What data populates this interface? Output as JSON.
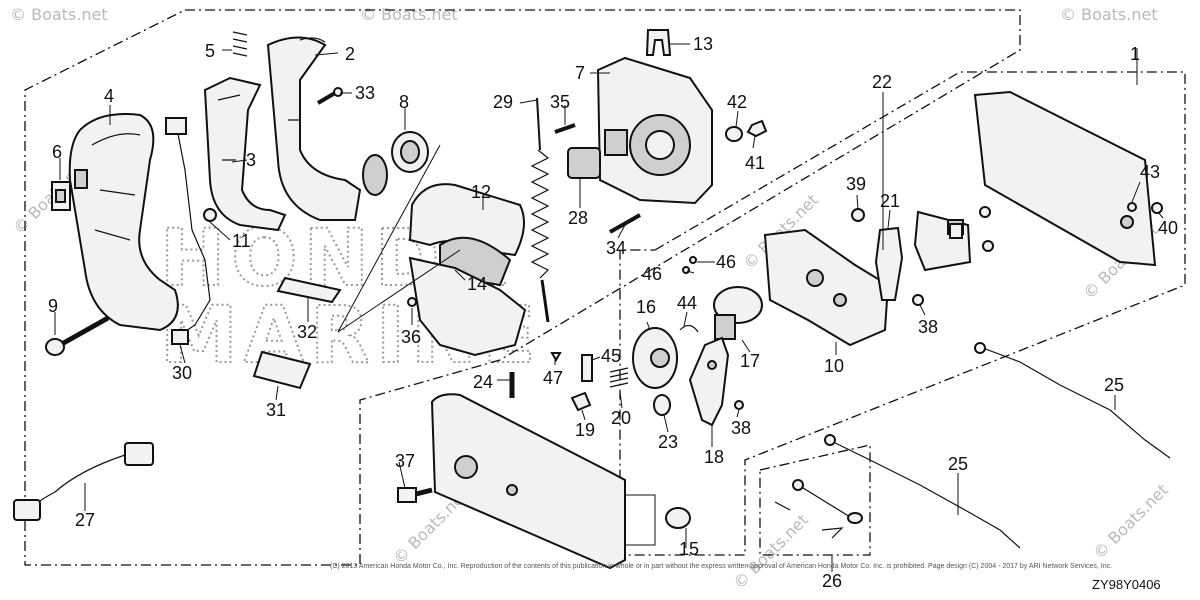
{
  "diagram_code": "ZY98Y0406",
  "copyright_notice": "(C) 2013 American Honda Motor Co., Inc. Reproduction of the contents of this publication in whole or in part without the express written approval of American Honda Motor Co. Inc. is prohibited. Page design (C) 2004 - 2017 by ARI Network Services, Inc.",
  "watermarks": {
    "site": "© Boats.net",
    "brand_line_1": "HONDA",
    "brand_line_2": "MARINE"
  },
  "callouts": [
    "1",
    "2",
    "3",
    "4",
    "5",
    "6",
    "7",
    "8",
    "9",
    "10",
    "11",
    "12",
    "13",
    "14",
    "15",
    "16",
    "17",
    "18",
    "19",
    "20",
    "21",
    "22",
    "23",
    "24",
    "25",
    "25",
    "26",
    "27",
    "28",
    "29",
    "30",
    "31",
    "32",
    "33",
    "34",
    "35",
    "36",
    "37",
    "38",
    "38",
    "39",
    "40",
    "41",
    "42",
    "43",
    "44",
    "45",
    "46",
    "46",
    "47"
  ]
}
